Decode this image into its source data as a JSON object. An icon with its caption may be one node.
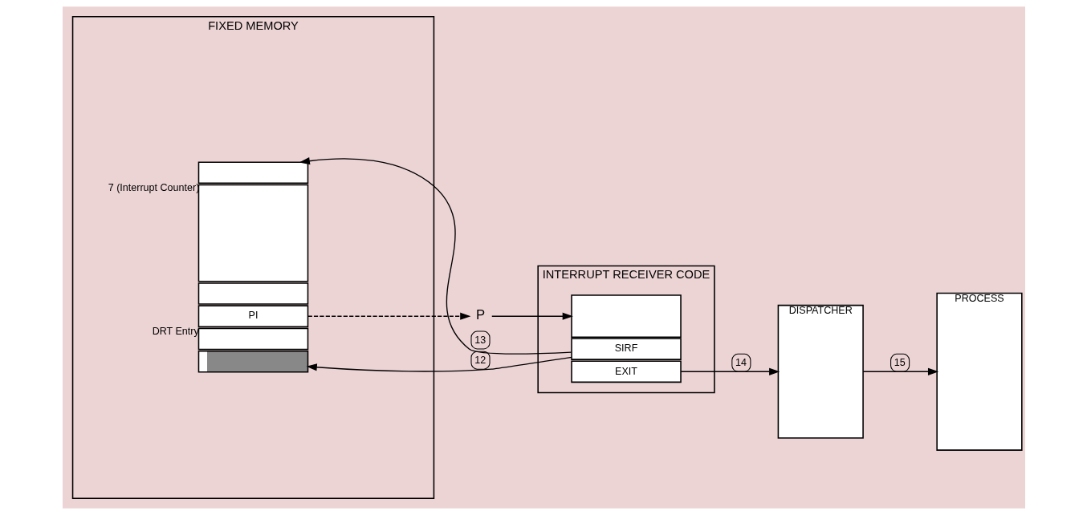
{
  "diagram": {
    "nodes": [
      {
        "text": [
          "FIXED MEMORY"
        ]
      },
      {
        "text": [],
        "shape": "box",
        "in": 0,
        "beside": [
          "7 (Interrupt Counter)"
        ]
      },
      {
        "text": [],
        "shape": "box",
        "in": 0
      },
      {
        "text": [],
        "shape": "box",
        "in": 0
      },
      {
        "text": [
          "PI"
        ],
        "in": 0,
        "beside": [
          "DRT Entry"
        ]
      },
      {
        "text": [],
        "shape": "box",
        "in": 0
      },
      {
        "text": [],
        "shape": "box",
        "in": 0
      },
      {
        "text": [
          "P"
        ]
      },
      {
        "text": [
          "INTERRUPT RECEIVER CODE"
        ]
      },
      {
        "text": [],
        "shape": "box",
        "in": 8
      },
      {
        "text": [
          "SIRF"
        ],
        "in": 8
      },
      {
        "text": [
          "EXIT"
        ],
        "in": 8
      },
      {
        "text": [
          "DISPATCHER"
        ]
      },
      {
        "text": [
          "PROCESS"
        ]
      }
    ],
    "edges": [
      {
        "from": 4,
        "to": 7,
        "arrow": "to",
        "style": "dashed"
      },
      {
        "from": 7,
        "to": 9,
        "arrow": "to"
      },
      {
        "from": 10,
        "to": 1,
        "arrow": "to",
        "label": "13"
      },
      {
        "from": 10,
        "to": 6,
        "arrow": "to",
        "label": "12"
      },
      {
        "from": 11,
        "to": 12,
        "arrow": "to",
        "label": "14"
      },
      {
        "from": 12,
        "to": 13,
        "arrow": "to",
        "label": "15"
      }
    ]
  }
}
